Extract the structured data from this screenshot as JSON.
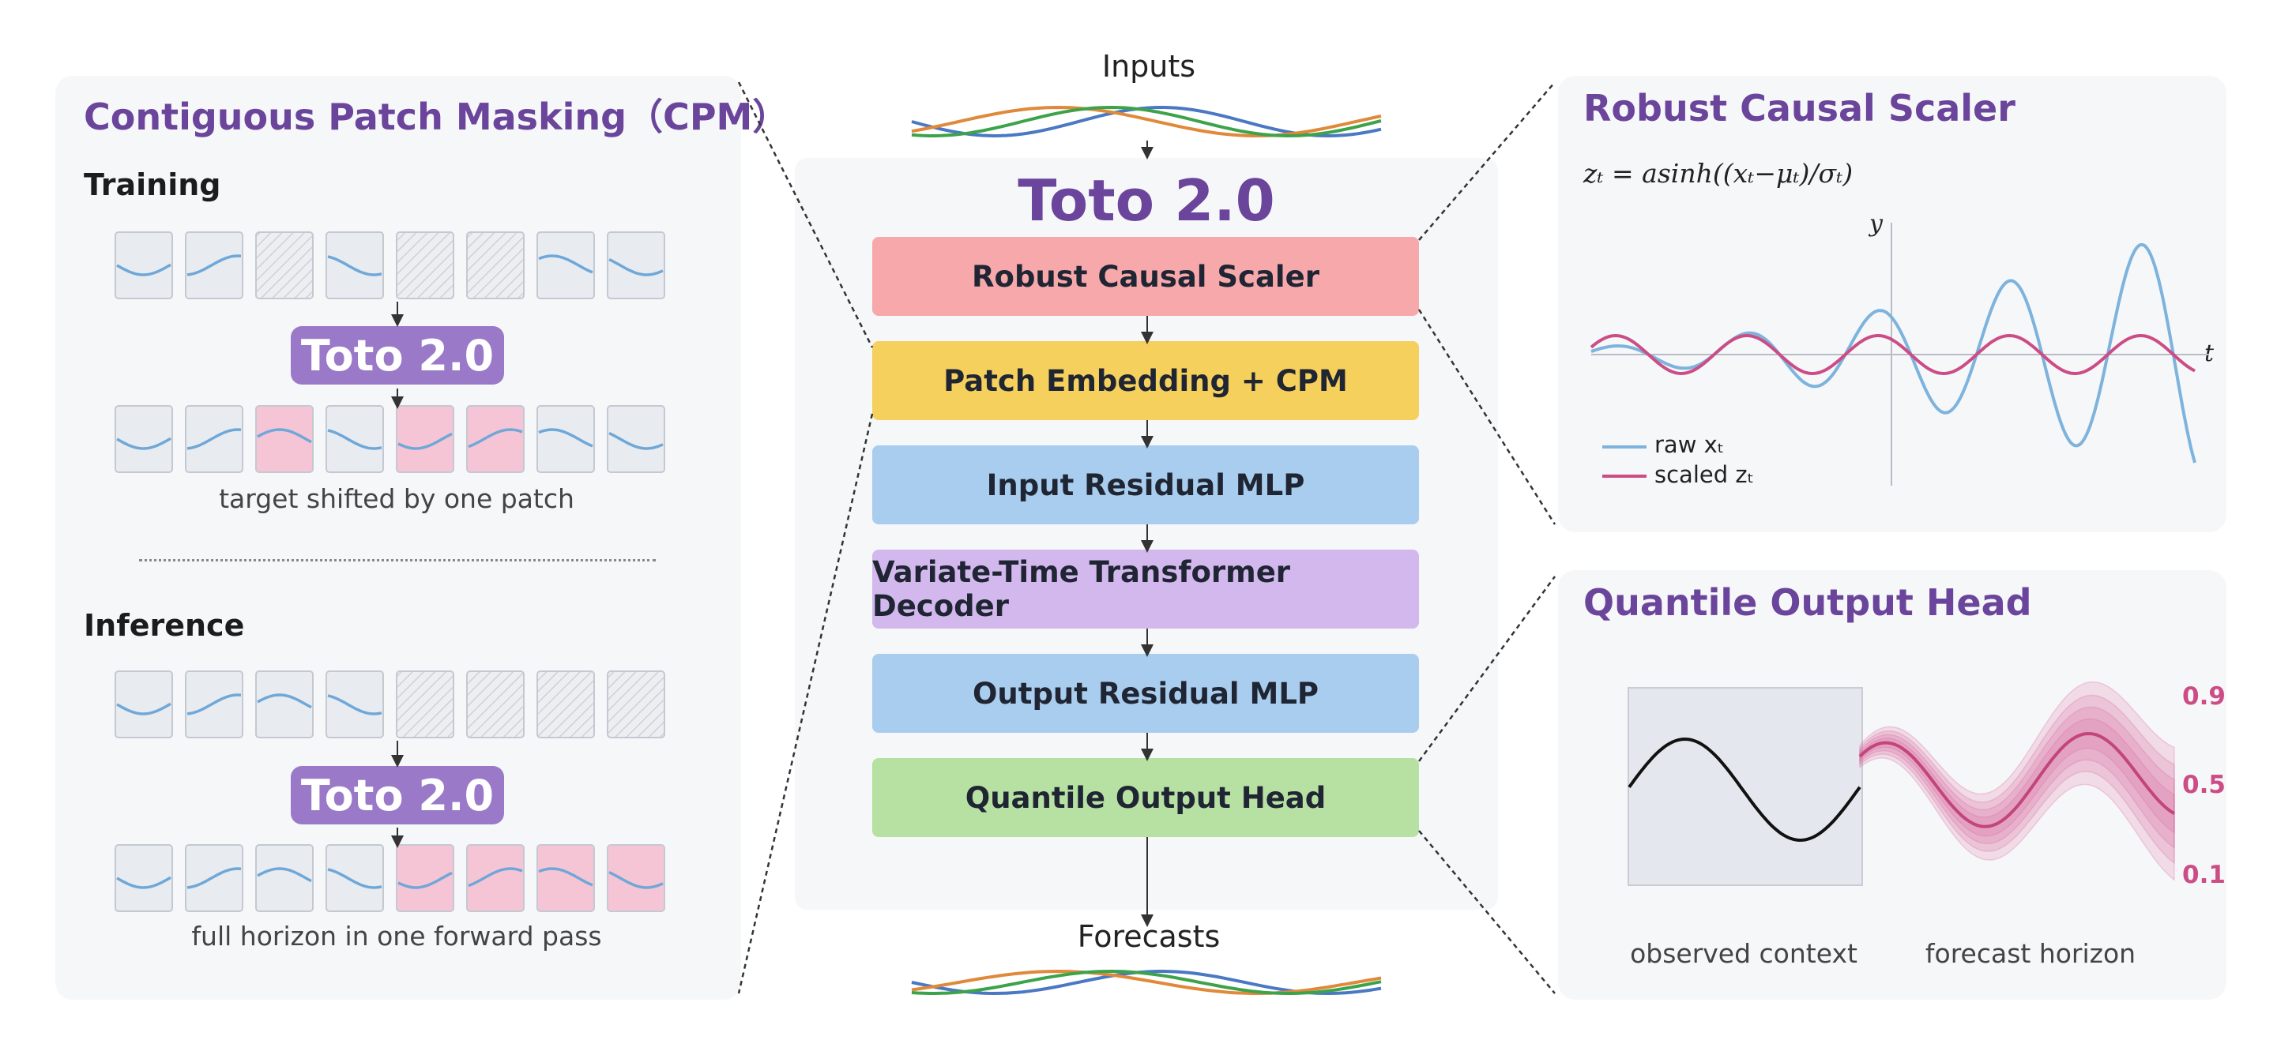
{
  "cpm": {
    "title": "Contiguous Patch Masking（CPM）",
    "training": {
      "label": "Training",
      "input_masked": [
        false,
        false,
        true,
        false,
        true,
        true,
        false,
        false
      ],
      "output_target": [
        false,
        false,
        true,
        false,
        true,
        true,
        false,
        false
      ],
      "model": "Toto 2.0",
      "caption": "target shifted by one patch"
    },
    "inference": {
      "label": "Inference",
      "input_masked": [
        false,
        false,
        false,
        false,
        true,
        true,
        true,
        true
      ],
      "output_target": [
        false,
        false,
        false,
        false,
        true,
        true,
        true,
        true
      ],
      "model": "Toto 2.0",
      "caption": "full horizon in one forward pass"
    }
  },
  "center": {
    "inputs_label": "Inputs",
    "model_title": "Toto 2.0",
    "forecasts_label": "Forecasts",
    "series_colors": [
      "#4a78c2",
      "#e0893a",
      "#3da34a"
    ],
    "blocks": [
      {
        "label": "Robust Causal Scaler",
        "color": "#f7a8ab"
      },
      {
        "label": "Patch Embedding + CPM",
        "color": "#f6d05c"
      },
      {
        "label": "Input Residual MLP",
        "color": "#a9cdee"
      },
      {
        "label": "Variate-Time Transformer Decoder",
        "color": "#d3b8ee"
      },
      {
        "label": "Output Residual MLP",
        "color": "#a9cdee"
      },
      {
        "label": "Quantile Output Head",
        "color": "#b7e0a3"
      }
    ]
  },
  "scaler": {
    "title": "Robust Causal Scaler",
    "formula": "zₜ = asinh((xₜ−μₜ)/σₜ)",
    "y_axis": "y",
    "x_axis": "t",
    "legend": [
      {
        "label": "raw xₜ",
        "color": "#7db3dc"
      },
      {
        "label": "scaled zₜ",
        "color": "#cc4d85"
      }
    ]
  },
  "quantile": {
    "title": "Quantile Output Head",
    "levels": [
      "0.9",
      "0.5",
      "0.1"
    ],
    "context_label": "observed context",
    "horizon_label": "forecast horizon"
  }
}
